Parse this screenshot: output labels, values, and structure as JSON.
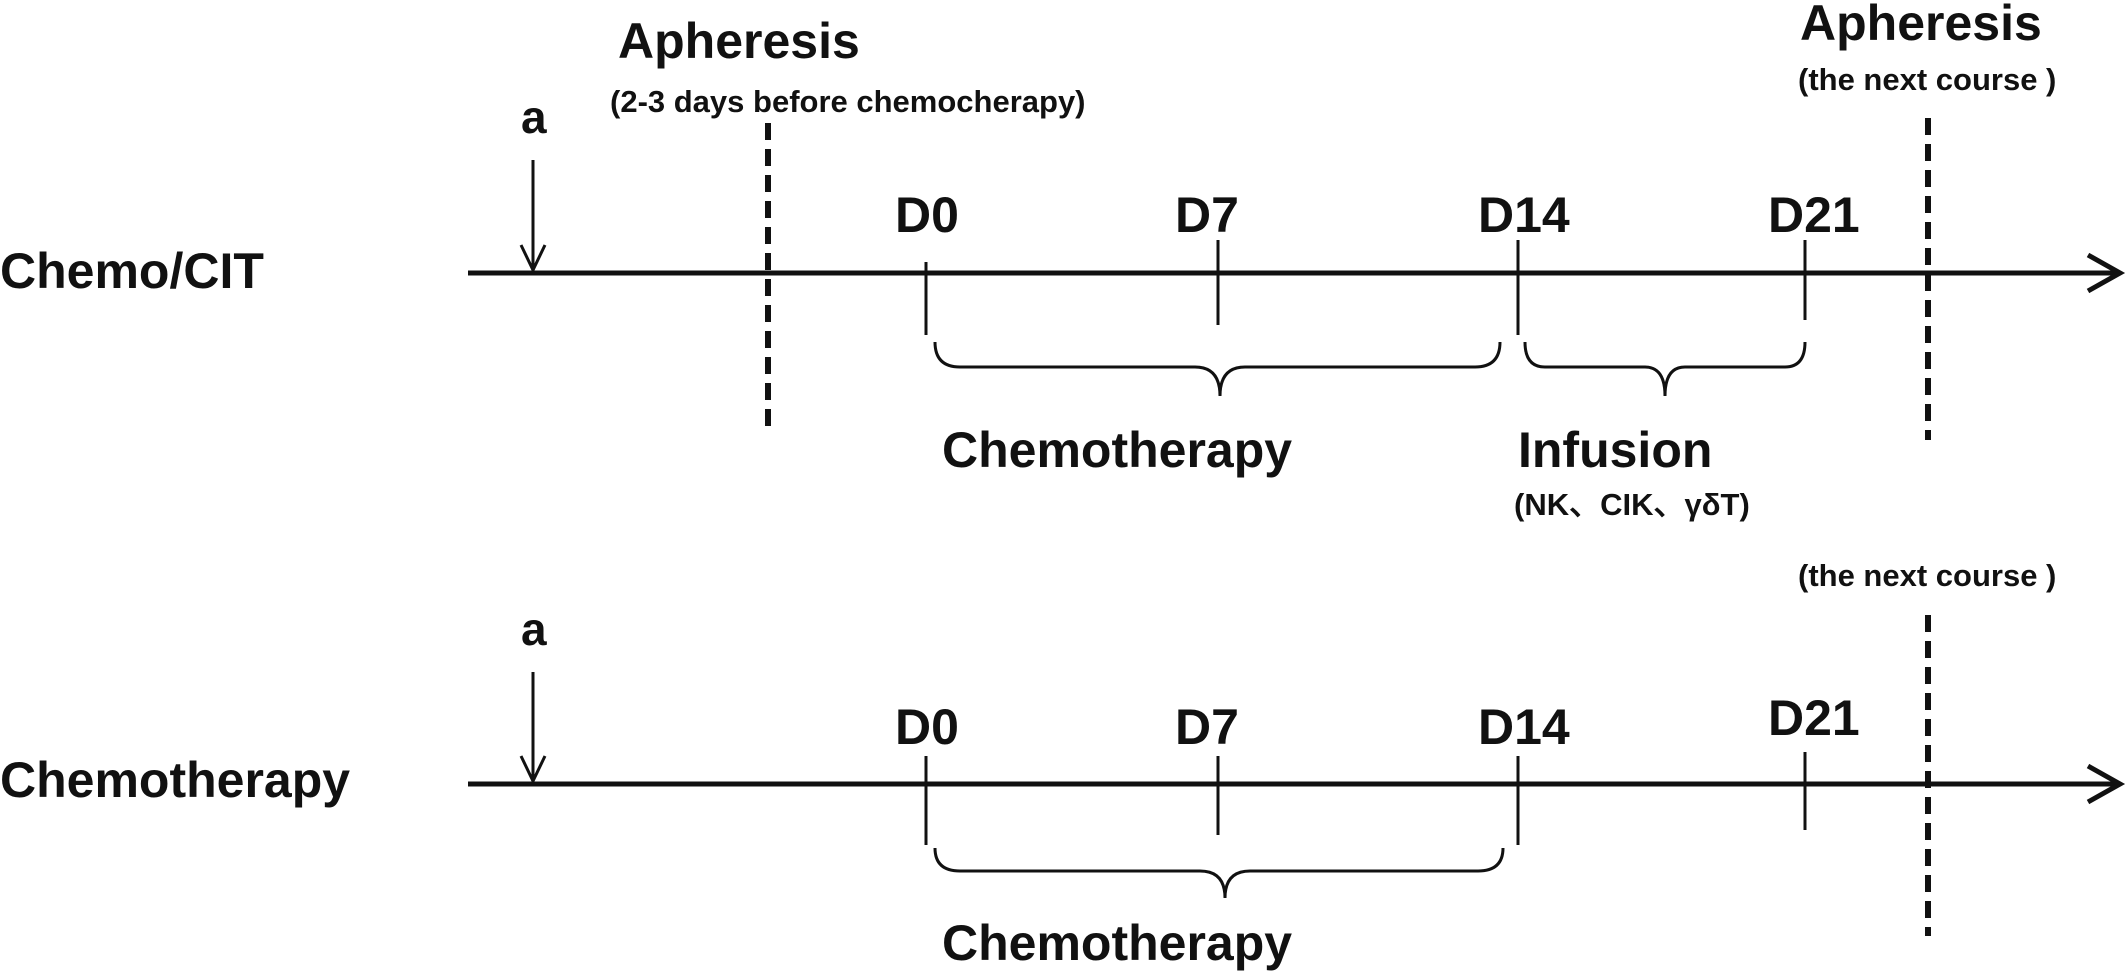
{
  "colors": {
    "ink": "#111111",
    "background": "#ffffff"
  },
  "top_timeline": {
    "row_label": "Chemo/CIT",
    "start_marker": "a",
    "apheresis_title": "Apheresis",
    "apheresis_note": "(2-3 days before chemocherapy)",
    "next_apheresis_title": "Apheresis",
    "next_course_note": "(the next course )",
    "days": [
      "D0",
      "D7",
      "D14",
      "D21"
    ],
    "chemo_phase_label": "Chemotherapy",
    "infusion_phase_label": "Infusion",
    "infusion_note": "(NK、CIK、γδT)"
  },
  "bottom_timeline": {
    "row_label": "Chemotherapy",
    "start_marker": "a",
    "next_course_note": "(the next course )",
    "days": [
      "D0",
      "D7",
      "D14",
      "D21"
    ],
    "chemo_phase_label": "Chemotherapy"
  }
}
